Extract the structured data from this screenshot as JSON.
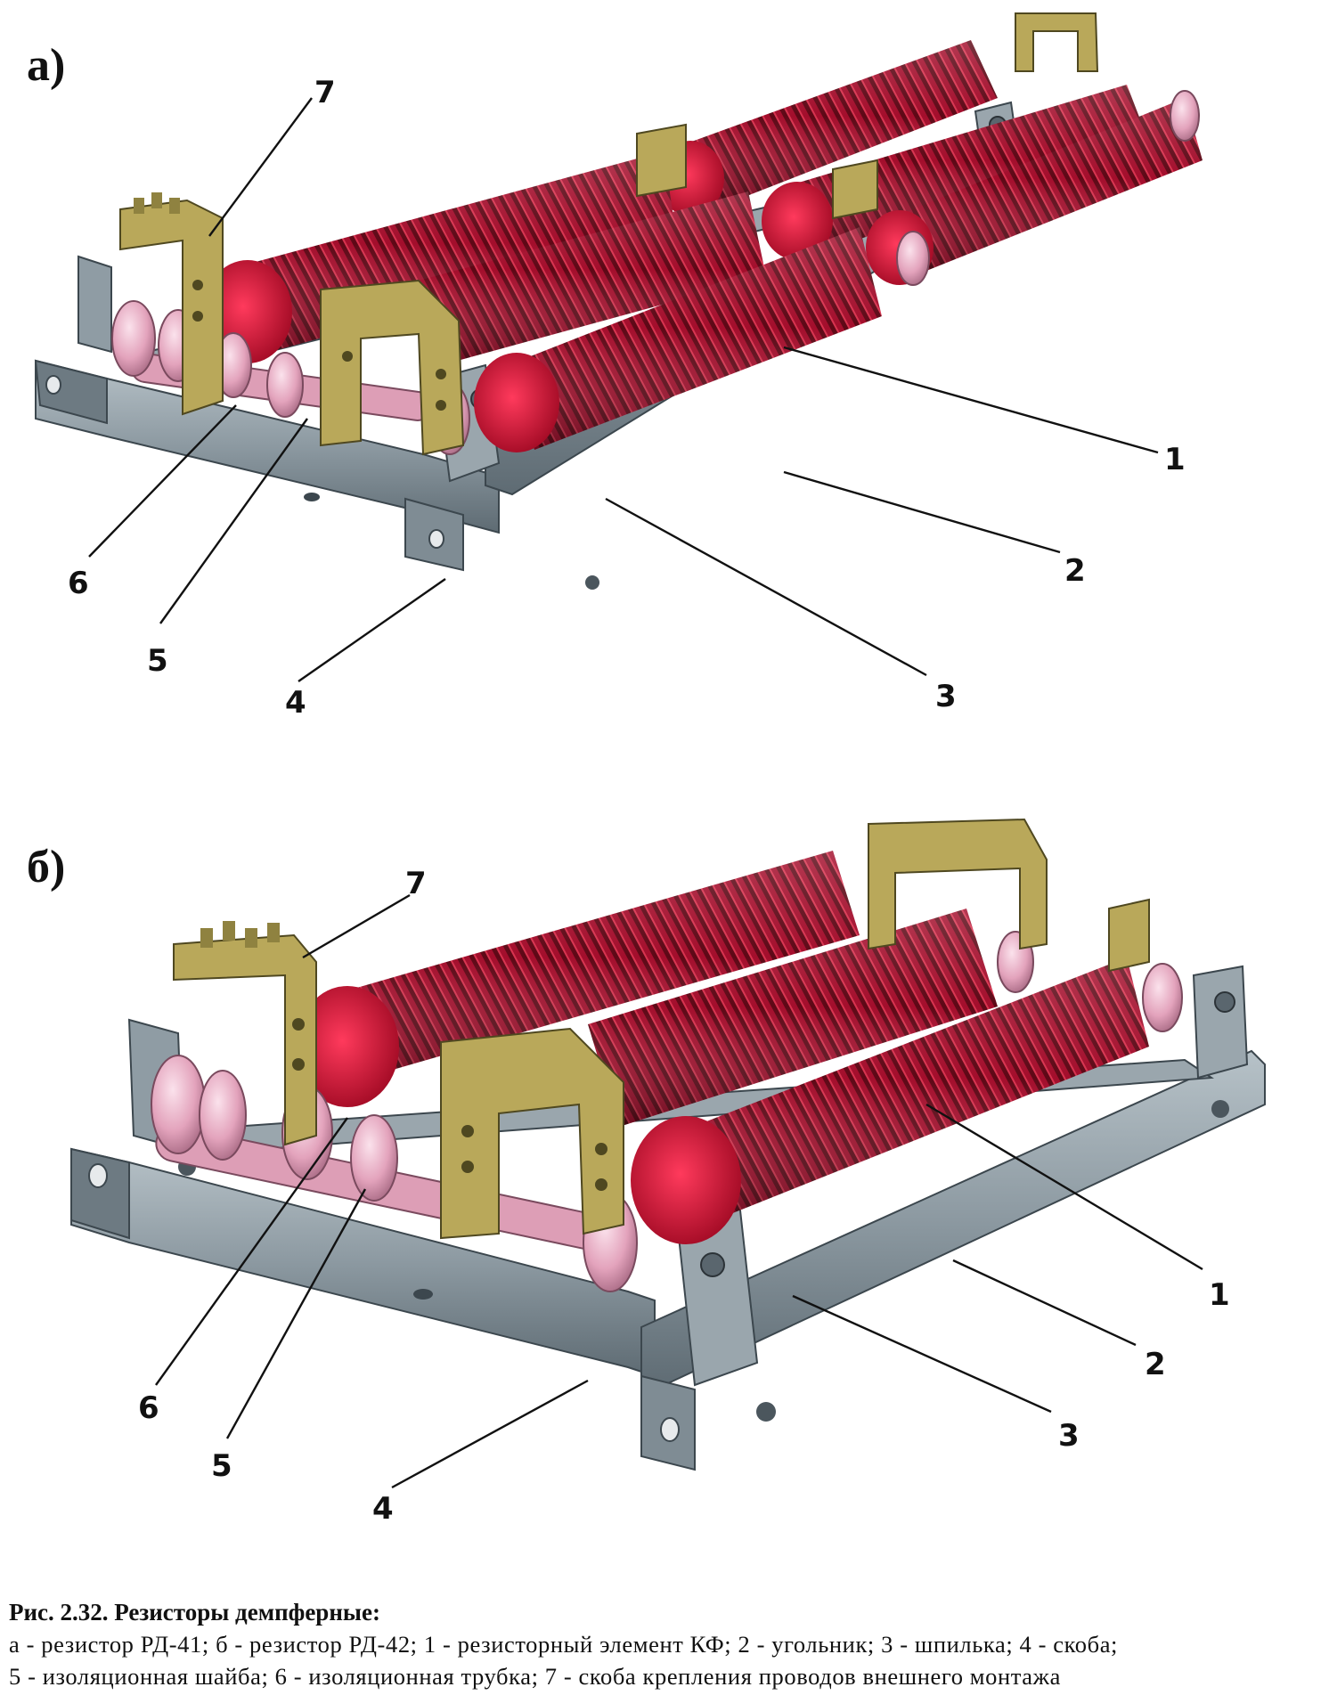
{
  "panels": [
    {
      "letter": "а)",
      "callouts": [
        "1",
        "2",
        "3",
        "4",
        "5",
        "6",
        "7"
      ]
    },
    {
      "letter": "б)",
      "callouts": [
        "1",
        "2",
        "3",
        "4",
        "5",
        "6",
        "7"
      ]
    }
  ],
  "caption": {
    "title": "Рис. 2.32. Резисторы демпферные:",
    "line1": "а - резистор РД-41; б - резистор РД-42;  1 - резисторный элемент КФ; 2 - угольник; 3 - шпилька; 4 - скоба;",
    "line2": "5 - изоляционная шайба; 6 - изоляционная трубка; 7 - скоба крепления проводов внешнего монтажа"
  },
  "colors": {
    "coil": "#b01030",
    "coil_dark": "#6e0a1c",
    "coil_light": "#e0304f",
    "insulator": "#e6a6bf",
    "metal": "#8d9aa2",
    "metal_dark": "#5d6a72",
    "bracket": "#b9a85a"
  }
}
